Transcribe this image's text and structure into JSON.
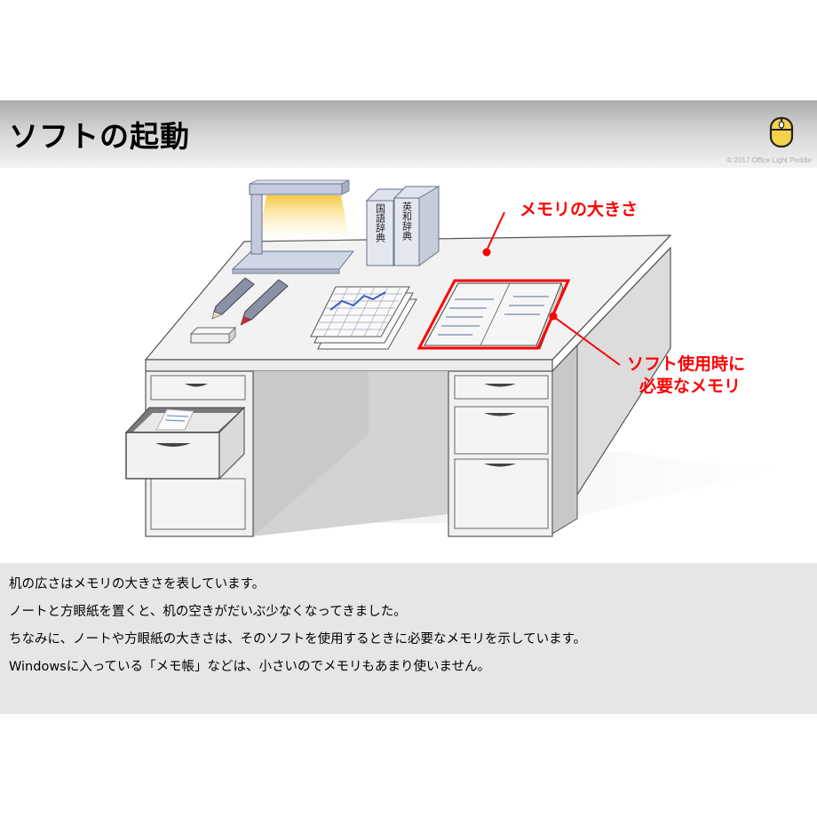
{
  "header": {
    "title": "ソフトの起動",
    "icon": "mouse-icon",
    "copyright": "© 2017 Office Light Peddle"
  },
  "scene": {
    "books": [
      "国語辞典",
      "英和辞典"
    ],
    "labels": {
      "memory_size": "メモリの大きさ",
      "required_line1": "ソフト使用時に",
      "required_line2": "必要なメモリ"
    },
    "highlight_color": "#ff0000"
  },
  "caption": {
    "lines": [
      "机の広さはメモリの大きさを表しています。",
      "ノートと方眼紙を置くと、机の空きがだいぶ少なくなってきました。",
      "ちなみに、ノートや方眼紙の大きさは、そのソフトを使用するときに必要なメモリを示しています。",
      "Windowsに入っている「メモ帳」などは、小さいのでメモリもあまり使いません。"
    ]
  }
}
